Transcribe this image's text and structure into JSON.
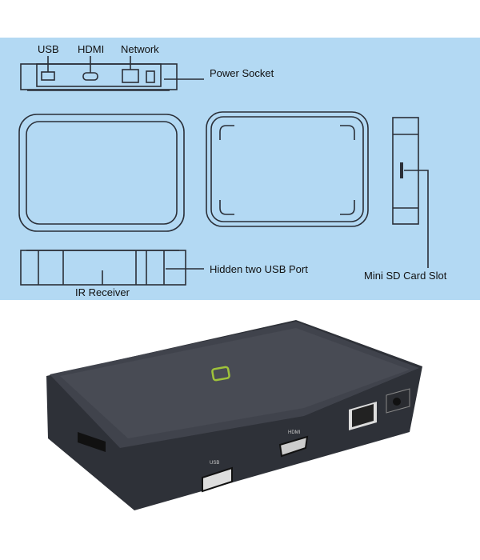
{
  "diagram": {
    "background_color": "#b3d9f3",
    "labels": {
      "usb": "USB",
      "hdmi": "HDMI",
      "network": "Network",
      "power_socket": "Power Socket",
      "hidden_usb": "Hidden two USB Port",
      "ir_receiver": "IR Receiver",
      "mini_sd": "Mini SD Card Slot"
    }
  },
  "photo": {
    "device_color": "#383b43",
    "logo_color": "#9fc23a",
    "port_labels": {
      "usb": "USB",
      "hdmi": "HDMI"
    }
  }
}
